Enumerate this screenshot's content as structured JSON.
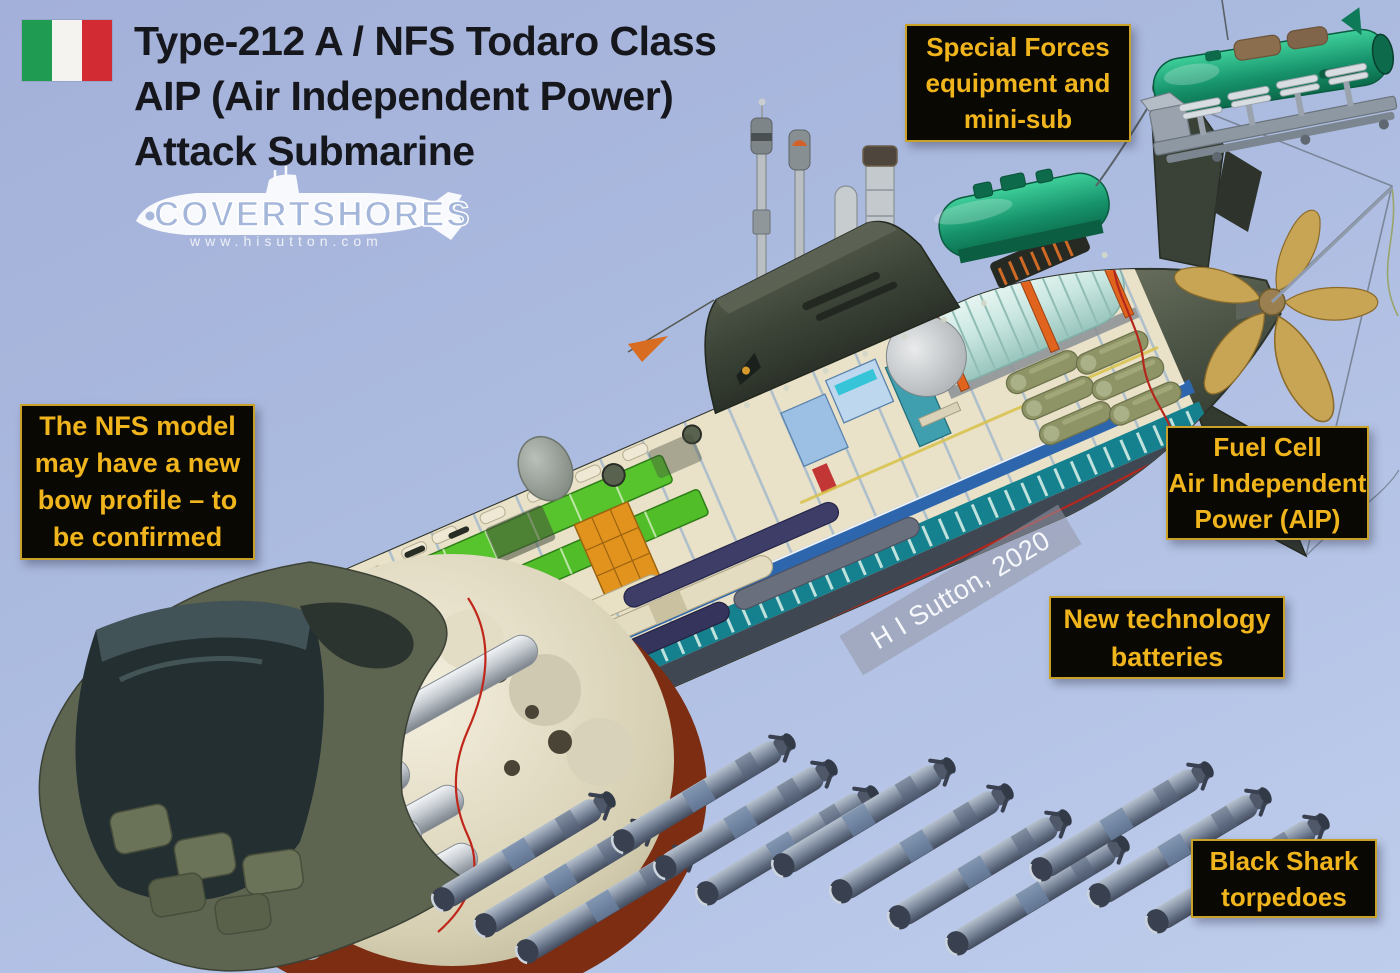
{
  "meta": {
    "subject": "Type-212A / NFS Todaro class AIP attack submarine cutaway infographic"
  },
  "title": {
    "lines": [
      "Type-212 A / NFS Todaro Class",
      "AIP (Air Independent Power)",
      "Attack Submarine"
    ]
  },
  "flag": {
    "country": "Italy",
    "green": "#1f9b52",
    "white": "#f5f3ef",
    "red": "#d22b33"
  },
  "logo": {
    "wordmark": "COVERTSHORES",
    "url": "www.hisutton.com"
  },
  "watermark": {
    "text": "H I Sutton, 2020"
  },
  "annotations": {
    "style": {
      "bg": "#0a0803",
      "border": "#c9a127",
      "text_color": "#f0b41c"
    },
    "boxes": [
      {
        "id": "special-forces",
        "lines": [
          "Special Forces",
          "equipment and",
          "mini-sub"
        ]
      },
      {
        "id": "nfs-bow",
        "lines": [
          "The NFS model",
          "may have a new",
          "bow profile – to",
          "be confirmed"
        ]
      },
      {
        "id": "fuel-cell",
        "lines": [
          "Fuel Cell",
          "Air Independent",
          "Power (AIP)"
        ]
      },
      {
        "id": "batteries",
        "lines": [
          "New technology",
          "batteries"
        ]
      },
      {
        "id": "black-shark",
        "lines": [
          "Black Shark",
          "torpedoes"
        ]
      }
    ]
  },
  "illustration": {
    "submarine_class": "Type-212 A / NFS Todaro",
    "hull_color": "#4d5547",
    "torpedoes": {
      "name": "Black Shark torpedoes",
      "count": 13,
      "color": "#5f6b80"
    },
    "minisub_color": "#17936c",
    "battery_color": "#57c32d",
    "fuel_cell_color": "#cfe9e4",
    "propeller_color": "#c8a455"
  }
}
